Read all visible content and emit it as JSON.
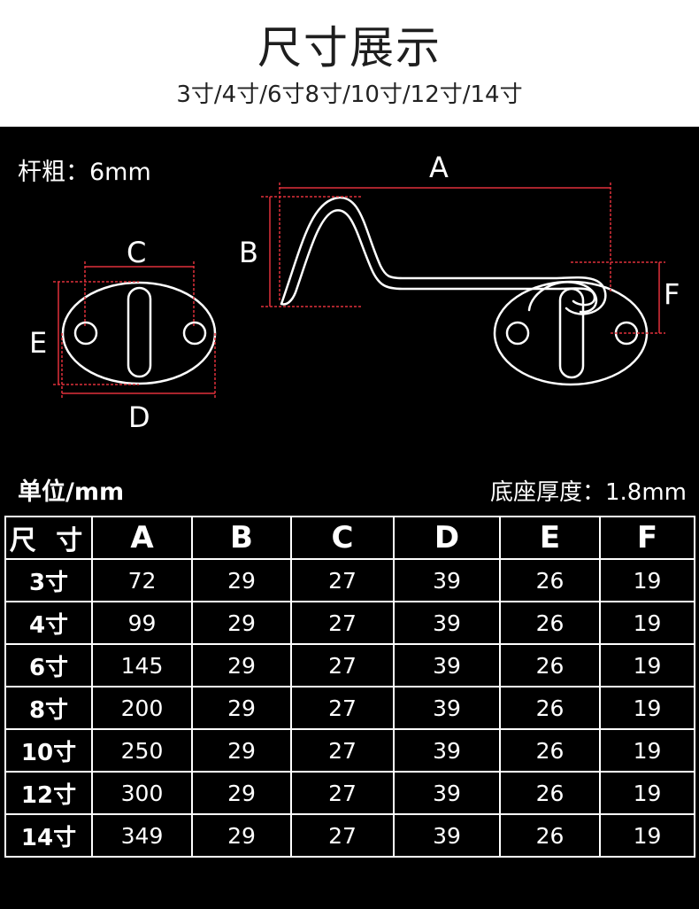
{
  "header": {
    "title": "尺寸展示",
    "subtitle": "3寸/4寸/6寸8寸/10寸/12寸/14寸"
  },
  "diagram": {
    "rod_label": "杆粗：6mm",
    "labels": {
      "A": "A",
      "B": "B",
      "C": "C",
      "D": "D",
      "E": "E",
      "F": "F"
    },
    "line_color": "#ffffff",
    "dimension_color": "#e0303a"
  },
  "unit_label": "单位/mm",
  "thickness_label": "底座厚度：1.8mm",
  "table": {
    "columns": [
      "尺 寸",
      "A",
      "B",
      "C",
      "D",
      "E",
      "F"
    ],
    "rows": [
      [
        "3寸",
        "72",
        "29",
        "27",
        "39",
        "26",
        "19"
      ],
      [
        "4寸",
        "99",
        "29",
        "27",
        "39",
        "26",
        "19"
      ],
      [
        "6寸",
        "145",
        "29",
        "27",
        "39",
        "26",
        "19"
      ],
      [
        "8寸",
        "200",
        "29",
        "27",
        "39",
        "26",
        "19"
      ],
      [
        "10寸",
        "250",
        "29",
        "27",
        "39",
        "26",
        "19"
      ],
      [
        "12寸",
        "300",
        "29",
        "27",
        "39",
        "26",
        "19"
      ],
      [
        "14寸",
        "349",
        "29",
        "27",
        "39",
        "26",
        "19"
      ]
    ]
  }
}
